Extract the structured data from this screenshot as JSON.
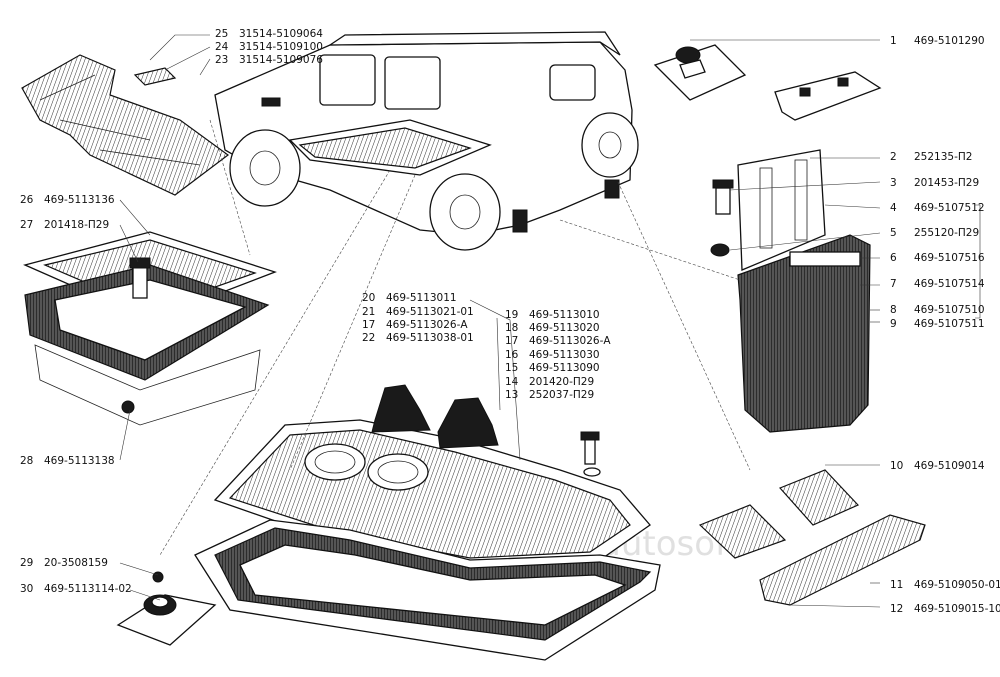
{
  "watermark": "autosoft",
  "callouts": [
    {
      "num": "1",
      "code": "469-5101290"
    },
    {
      "num": "2",
      "code": "252135-П2"
    },
    {
      "num": "3",
      "code": "201453-П29"
    },
    {
      "num": "4",
      "code": "469-5107512"
    },
    {
      "num": "5",
      "code": "255120-П29"
    },
    {
      "num": "6",
      "code": "469-5107516"
    },
    {
      "num": "7",
      "code": "469-5107514"
    },
    {
      "num": "8",
      "code": "469-5107510"
    },
    {
      "num": "9",
      "code": "469-5107511"
    },
    {
      "num": "10",
      "code": "469-5109014"
    },
    {
      "num": "11",
      "code": "469-5109050-01"
    },
    {
      "num": "12",
      "code": "469-5109015-10"
    },
    {
      "num": "13",
      "code": "252037-П29"
    },
    {
      "num": "14",
      "code": "201420-П29"
    },
    {
      "num": "15",
      "code": "469-5113090"
    },
    {
      "num": "16",
      "code": "469-5113030"
    },
    {
      "num": "17",
      "code": "469-5113026-А"
    },
    {
      "num": "18",
      "code": "469-5113020"
    },
    {
      "num": "19",
      "code": "469-5113010"
    },
    {
      "num": "20",
      "code": "469-5113011"
    },
    {
      "num": "21",
      "code": "469-5113021-01"
    },
    {
      "num": "17",
      "code": "469-5113026-А"
    },
    {
      "num": "22",
      "code": "469-5113038-01"
    },
    {
      "num": "23",
      "code": "31514-5109076"
    },
    {
      "num": "24",
      "code": "31514-5109100"
    },
    {
      "num": "25",
      "code": "31514-5109064"
    },
    {
      "num": "26",
      "code": "469-5113136"
    },
    {
      "num": "27",
      "code": "201418-П29"
    },
    {
      "num": "28",
      "code": "469-5113138"
    },
    {
      "num": "29",
      "code": "20-3508159"
    },
    {
      "num": "30",
      "code": "469-5113114-02"
    }
  ]
}
